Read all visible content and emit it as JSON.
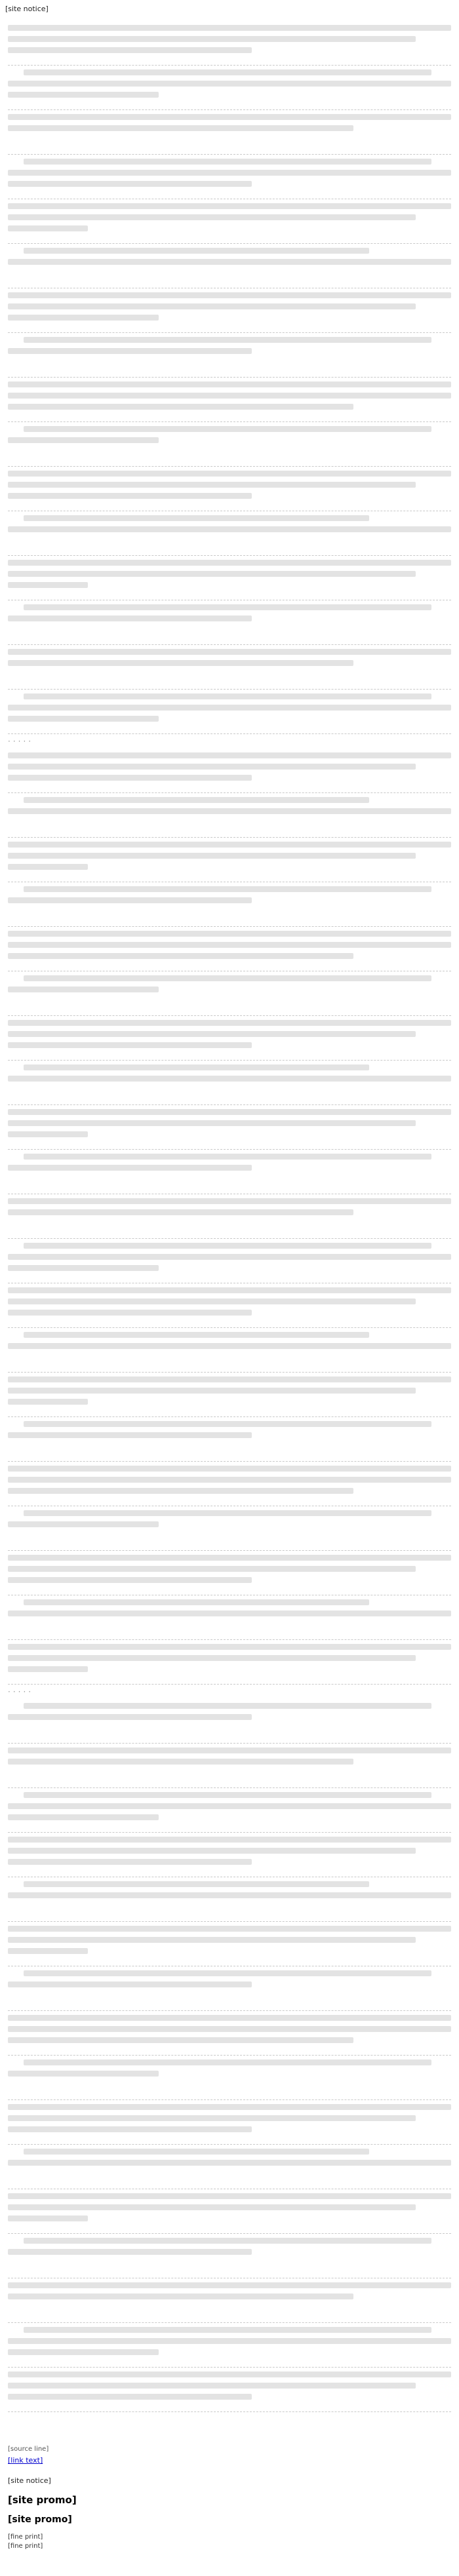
{
  "header": {
    "line": "[site notice]"
  },
  "footer": {
    "source_line": "[source line]",
    "link_text": "[link text]",
    "welcome_line": "[site notice]",
    "promo_mobile": "[site promo]",
    "promo_desktop": "[site promo]",
    "small_print_1": "[fine print]",
    "small_print_2": "[fine print]"
  }
}
